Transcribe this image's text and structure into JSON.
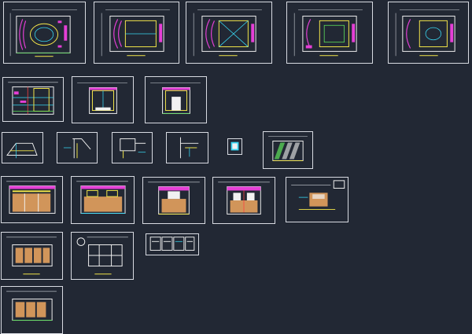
{
  "viewport": {
    "background": "#222834",
    "frame_color": "#d8dbe2"
  },
  "palette": {
    "magenta": "#e53fd6",
    "yellow": "#f6e84a",
    "cyan": "#38d7f2",
    "green": "#5ee35b",
    "red": "#ff4040",
    "orange": "#f0a862",
    "white": "#f1f1f1"
  },
  "sheets": [
    {
      "id": "plan-1",
      "kind": "floor-plan"
    },
    {
      "id": "plan-2",
      "kind": "floor-plan"
    },
    {
      "id": "plan-3",
      "kind": "floor-plan"
    },
    {
      "id": "plan-4",
      "kind": "floor-plan"
    },
    {
      "id": "plan-5",
      "kind": "floor-plan"
    },
    {
      "id": "section-1",
      "kind": "section"
    },
    {
      "id": "elevation-1",
      "kind": "elevation"
    },
    {
      "id": "elevation-2",
      "kind": "elevation"
    },
    {
      "id": "detail-1",
      "kind": "detail"
    },
    {
      "id": "detail-2",
      "kind": "detail"
    },
    {
      "id": "detail-3",
      "kind": "detail"
    },
    {
      "id": "detail-4",
      "kind": "detail"
    },
    {
      "id": "symbol-1",
      "kind": "symbol"
    },
    {
      "id": "perspective-1",
      "kind": "perspective"
    },
    {
      "id": "elevation-3",
      "kind": "colored-elevation"
    },
    {
      "id": "elevation-4",
      "kind": "colored-elevation"
    },
    {
      "id": "elevation-5",
      "kind": "colored-elevation"
    },
    {
      "id": "elevation-6",
      "kind": "colored-elevation"
    },
    {
      "id": "elevation-7",
      "kind": "colored-elevation"
    },
    {
      "id": "ceiling-1",
      "kind": "ceiling-plan"
    },
    {
      "id": "ceiling-2",
      "kind": "ceiling-plan"
    },
    {
      "id": "legend-1",
      "kind": "legend"
    },
    {
      "id": "ceiling-3",
      "kind": "ceiling-plan"
    }
  ]
}
